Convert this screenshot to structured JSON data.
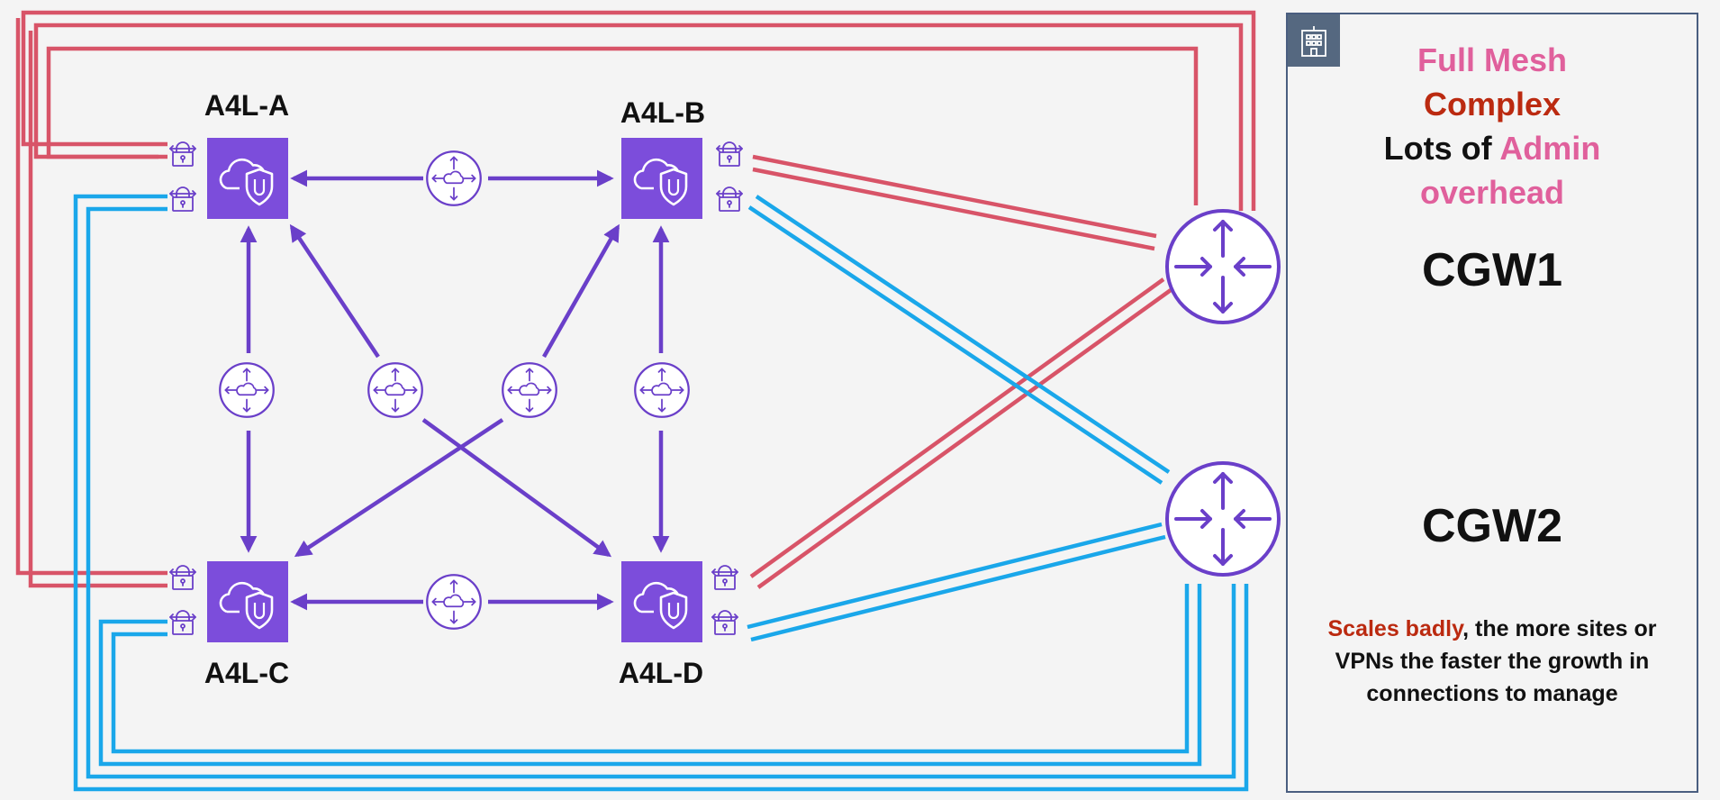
{
  "nodes": {
    "a": {
      "label": "A4L-A",
      "icon": "cloud-shield-icon"
    },
    "b": {
      "label": "A4L-B",
      "icon": "cloud-shield-icon"
    },
    "c": {
      "label": "A4L-C",
      "icon": "cloud-shield-icon"
    },
    "d": {
      "label": "A4L-D",
      "icon": "cloud-shield-icon"
    }
  },
  "gateways": {
    "cgw1": {
      "label": "CGW1",
      "icon": "router-icon"
    },
    "cgw2": {
      "label": "CGW2",
      "icon": "router-icon"
    }
  },
  "panel": {
    "icon": "building-icon",
    "line1": "Full Mesh",
    "line2": "Complex",
    "line3_a": "Lots of ",
    "line3_b": "Admin",
    "line4": "overhead",
    "note_a": "Scales badly",
    "note_b": ", the more sites or VPNs the faster the growth in connections to manage"
  },
  "colors": {
    "purple": "#6a3fc9",
    "node_fill": "#7c4ddb",
    "red_tunnel": "#d85468",
    "blue_tunnel": "#1aa7ea",
    "pink_text": "#e0609c",
    "red_text": "#bb2a10"
  }
}
